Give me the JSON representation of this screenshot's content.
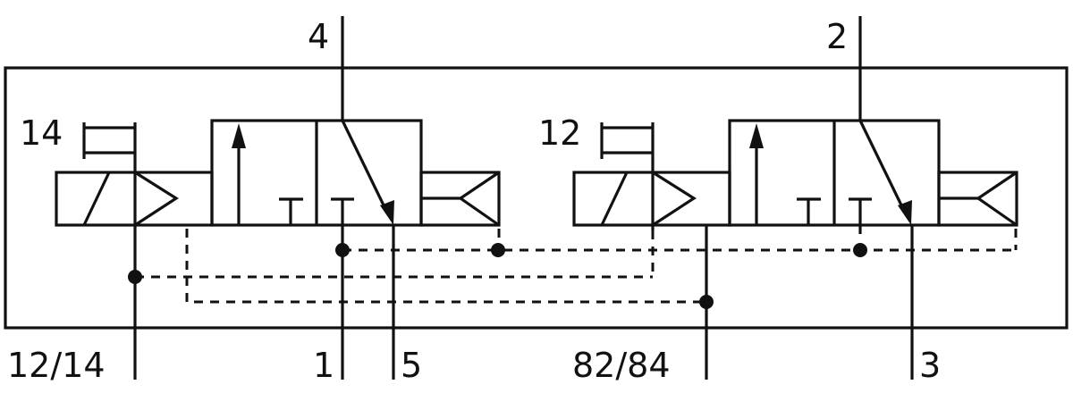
{
  "diagram": {
    "type": "pneumatic valve symbol (two 3/2 solenoid valves in one housing)",
    "ports": {
      "top_left": "4",
      "top_right": "2",
      "solenoid_left": "14",
      "solenoid_right": "12",
      "bottom_pilot_supply": "12/14",
      "bottom_supply": "1",
      "bottom_exhaust_left": "5",
      "bottom_pilot_exhaust": "82/84",
      "bottom_exhaust_right": "3"
    },
    "color": "#111111"
  }
}
